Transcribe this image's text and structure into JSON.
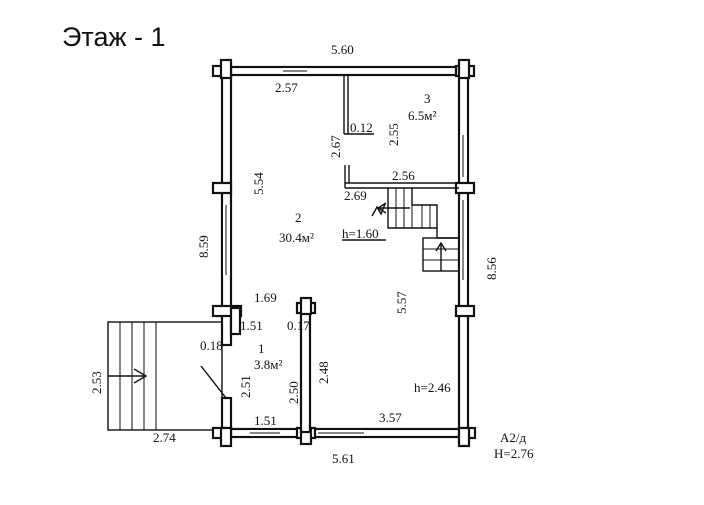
{
  "title": "Этаж - 1",
  "rooms": [
    {
      "number": "1",
      "area": "3.8м²"
    },
    {
      "number": "2",
      "area": "30.4м²"
    },
    {
      "number": "3",
      "area": "6.5м²"
    }
  ],
  "dimensions": {
    "top_total": "5.60",
    "top_left": "2.57",
    "room3_partition": "0.12",
    "room3_height": "2.55",
    "room3_left": "2.67",
    "room3_bottom": "2.56",
    "stair": "2.69",
    "left_inner": "5.54",
    "left_outer": "8.59",
    "right_outer": "8.56",
    "room2_right": "5.57",
    "room2_lower": "1.69",
    "room1_top_a": "1.51",
    "room1_top_b": "0.17",
    "room1_left": "0.18",
    "room1_height_a": "2.51",
    "room1_height_b": "2.50",
    "room1_height_c": "2.48",
    "room1_bottom": "1.51",
    "bottom_right": "3.57",
    "bottom_total": "5.61",
    "porch_height": "2.53",
    "porch_width": "2.74"
  },
  "heights": {
    "stair_h": "h=1.60",
    "room_h": "h=2.46"
  },
  "stamp": {
    "code": "А2/д",
    "height": "Н=2.76"
  }
}
